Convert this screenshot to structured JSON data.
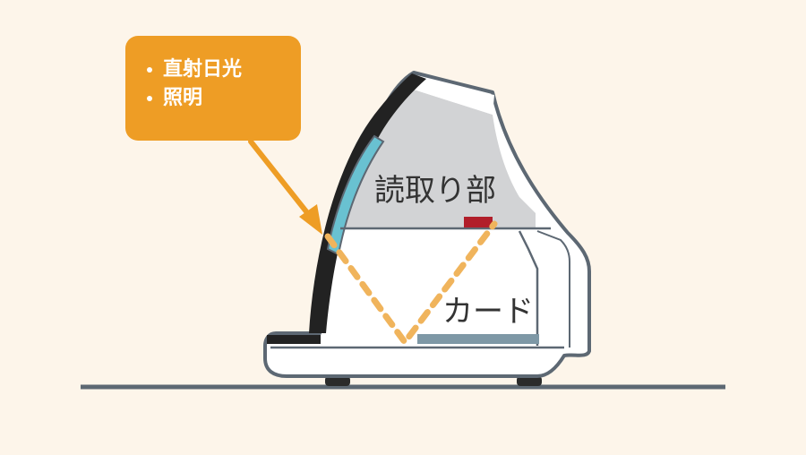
{
  "callout": {
    "items": [
      {
        "text": "直射日光"
      },
      {
        "text": "照明"
      }
    ],
    "color": "#ee9d25"
  },
  "device": {
    "reader_label": "読取り部",
    "card_label": "カード"
  },
  "colors": {
    "background": "#fdf5ea",
    "outline": "#5d6873",
    "reader_area": "#d2d3d5",
    "window": "#69c1d1",
    "indicator": "#b11e2a",
    "card": "#7e98a6",
    "ground": "#5d6873"
  }
}
